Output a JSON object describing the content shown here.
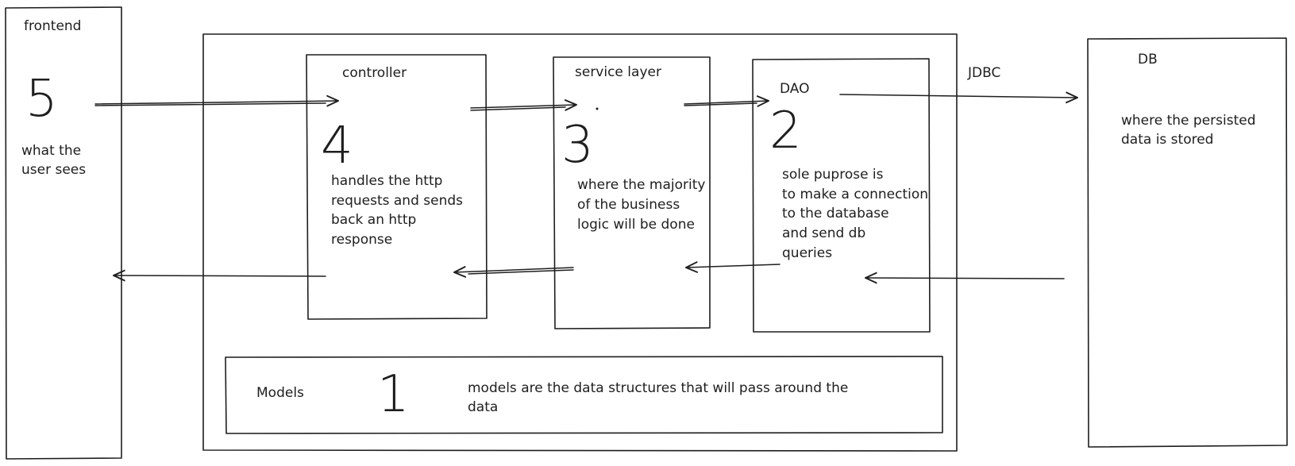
{
  "frontend": {
    "title": "frontend",
    "number": "5",
    "desc": [
      "what the",
      "user sees"
    ]
  },
  "controller": {
    "title": "controller",
    "number": "4",
    "desc": [
      "handles the http",
      "requests and sends",
      "back an http",
      "response"
    ]
  },
  "service": {
    "title": "service layer",
    "number": "3",
    "desc": [
      "where the majority",
      "of the business",
      "logic will be done"
    ]
  },
  "dao": {
    "title": "DAO",
    "number": "2",
    "desc": [
      "sole puprose is",
      "to make a connection",
      "to the database",
      "and send db",
      "queries"
    ]
  },
  "db": {
    "title": "DB",
    "desc": [
      "where the persisted",
      "data is stored"
    ]
  },
  "connection_label": "JDBC",
  "models": {
    "title": "Models",
    "number": "1",
    "desc": [
      "models are the data structures that will pass around the",
      "data"
    ]
  }
}
